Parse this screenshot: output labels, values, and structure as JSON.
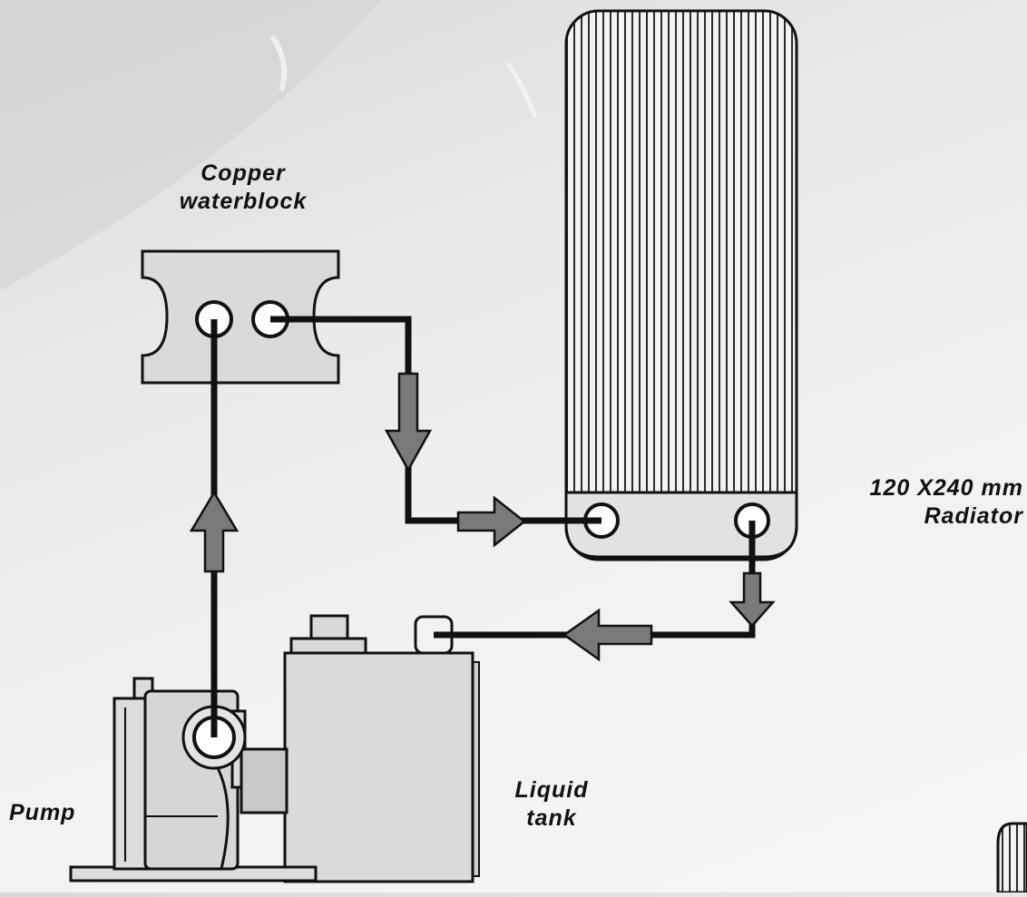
{
  "labels": {
    "waterblock": {
      "line1": "Copper",
      "line2": "waterblock"
    },
    "radiator": {
      "line1": "120 X240 mm",
      "line2": "Radiator"
    },
    "pump": {
      "line1": "Pump"
    },
    "tank": {
      "line1": "Liquid",
      "line2": "tank"
    }
  },
  "colors": {
    "component_fill": "#dcdcdc",
    "outline": "#111111",
    "tube": "#111111",
    "flow_arrow": "#7a7a7a"
  }
}
